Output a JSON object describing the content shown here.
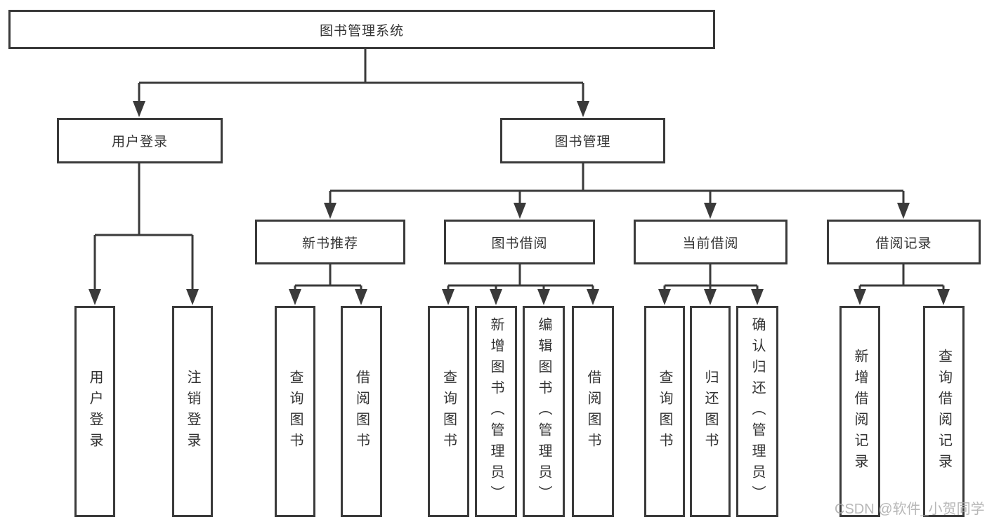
{
  "diagram": {
    "root": {
      "label": "图书管理系统"
    },
    "level2": [
      {
        "label": "用户登录"
      },
      {
        "label": "图书管理"
      }
    ],
    "level3": [
      {
        "label": "新书推荐"
      },
      {
        "label": "图书借阅"
      },
      {
        "label": "当前借阅"
      },
      {
        "label": "借阅记录"
      }
    ],
    "leaves": {
      "user": [
        {
          "label": "用户登录"
        },
        {
          "label": "注销登录"
        }
      ],
      "recommend": [
        {
          "label": "查询图书"
        },
        {
          "label": "借阅图书"
        }
      ],
      "borrow": [
        {
          "label": "查询图书"
        },
        {
          "label": "新增图书（管理员）"
        },
        {
          "label": "编辑图书（管理员）"
        },
        {
          "label": "借阅图书"
        }
      ],
      "current": [
        {
          "label": "查询图书"
        },
        {
          "label": "归还图书"
        },
        {
          "label": "确认归还（管理员）"
        }
      ],
      "records": [
        {
          "label": "新增借阅记录"
        },
        {
          "label": "查询借阅记录"
        }
      ]
    }
  },
  "watermark": {
    "text": "CSDN @软件_小贺同学"
  },
  "colors": {
    "line": "#3a3a3a",
    "border": "#3a3a3a",
    "text": "#333333",
    "watermark": "#b0b0b0",
    "background": "#ffffff"
  }
}
